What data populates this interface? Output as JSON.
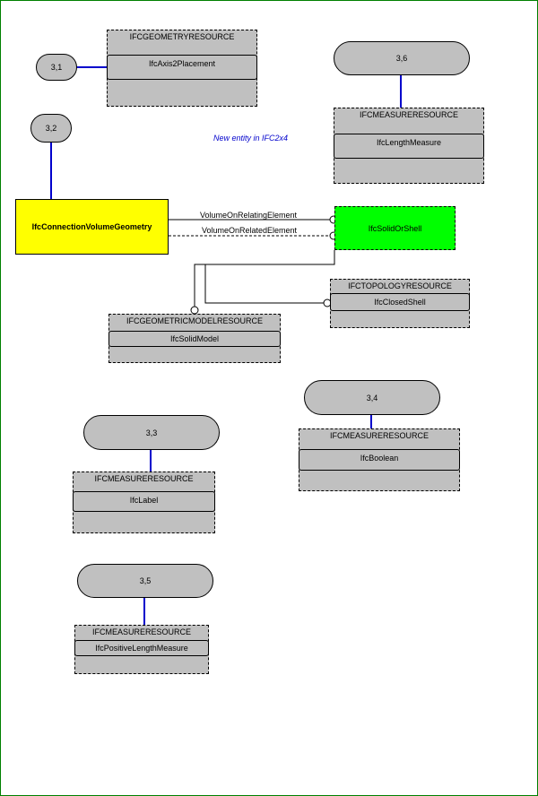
{
  "page_refs": [
    "3,1",
    "3,2",
    "3,6",
    "3,4",
    "3,3",
    "3,5"
  ],
  "schemas": {
    "geometry": {
      "title": "IFCGEOMETRYRESOURCE",
      "item": "IfcAxis2Placement"
    },
    "measure_length": {
      "title": "IFCMEASURERESOURCE",
      "item": "IfcLengthMeasure"
    },
    "topology": {
      "title": "IFCTOPOLOGYRESOURCE",
      "item": "IfcClosedShell"
    },
    "geometric_model": {
      "title": "IFCGEOMETRICMODELRESOURCE",
      "item": "IfcSolidModel"
    },
    "measure_boolean": {
      "title": "IFCMEASURERESOURCE",
      "item": "IfcBoolean"
    },
    "measure_label": {
      "title": "IFCMEASURERESOURCE",
      "item": "IfcLabel"
    },
    "measure_positive": {
      "title": "IFCMEASURERESOURCE",
      "item": "IfcPositiveLengthMeasure"
    }
  },
  "main_entity": "IfcConnectionVolumeGeometry",
  "select_type": "IfcSolidOrShell",
  "relations": {
    "relating": "VolumeOnRelatingElement",
    "related": "VolumeOnRelatedElement"
  },
  "note": "New entity in IFC2x4",
  "colors": {
    "entity": "#ffff00",
    "select": "#00ff00",
    "box": "#c0c0c0",
    "link": "#0000cc",
    "border": "#008000"
  }
}
